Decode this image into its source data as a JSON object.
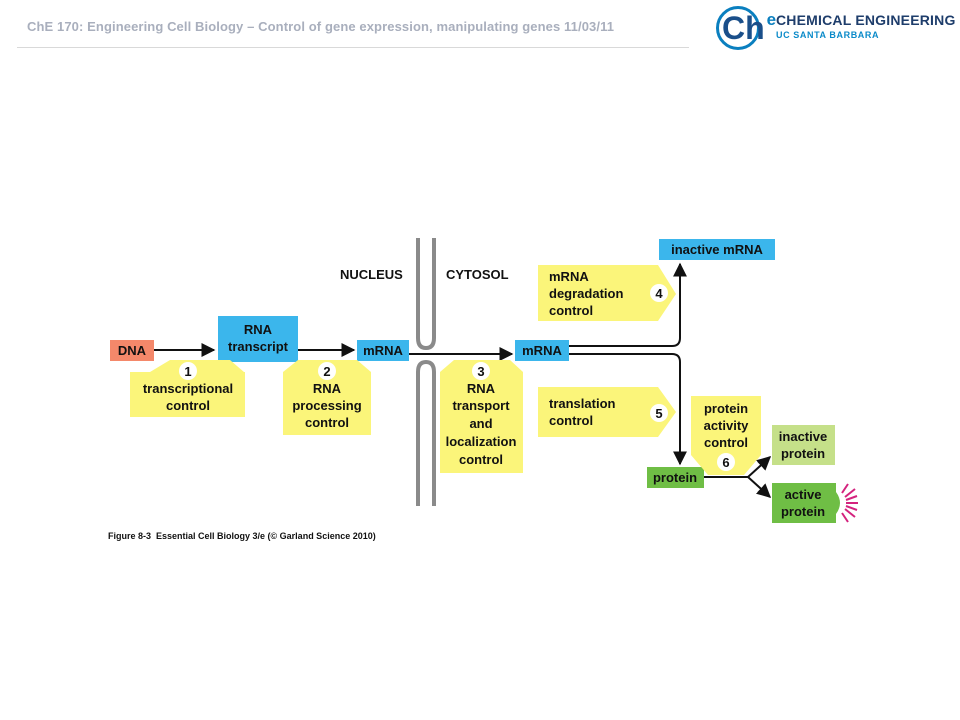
{
  "header": {
    "title": "ChE 170: Engineering Cell Biology – Control of gene expression, manipulating genes 11/03/11"
  },
  "logo": {
    "mark": "Ch",
    "superscript": "e",
    "name": "CHEMICAL ENGINEERING",
    "subtitle": "UC SANTA BARBARA"
  },
  "diagram": {
    "compartments": {
      "nucleus": "NUCLEUS",
      "cytosol": "CYTOSOL"
    },
    "molecules": {
      "dna": "DNA",
      "rna_transcript": [
        "RNA",
        "transcript"
      ],
      "mrna_nucleus": "mRNA",
      "mrna_cytosol": "mRNA",
      "inactive_mrna": "inactive mRNA",
      "protein": "protein",
      "inactive_protein": [
        "inactive",
        "protein"
      ],
      "active_protein": [
        "active",
        "protein"
      ]
    },
    "controls": [
      {
        "number": "1",
        "lines": [
          "transcriptional",
          "control"
        ]
      },
      {
        "number": "2",
        "lines": [
          "RNA",
          "processing",
          "control"
        ]
      },
      {
        "number": "3",
        "lines": [
          "RNA",
          "transport",
          "and",
          "localization",
          "control"
        ]
      },
      {
        "number": "4",
        "lines": [
          "mRNA",
          "degradation",
          "control"
        ]
      },
      {
        "number": "5",
        "lines": [
          "translation",
          "control"
        ]
      },
      {
        "number": "6",
        "lines": [
          "protein",
          "activity",
          "control"
        ]
      }
    ],
    "caption": "Figure 8-3  Essential Cell Biology 3/e (© Garland Science 2010)",
    "colors": {
      "control_yellow": "#fbf57a",
      "rna_blue": "#3bb6ec",
      "dna_red": "#f4886a",
      "protein_green": "#6fbe45",
      "inactive_protein_green": "#c5e089",
      "membrane_gray": "#8a8a8a",
      "active_burst": "#d4237e"
    }
  }
}
